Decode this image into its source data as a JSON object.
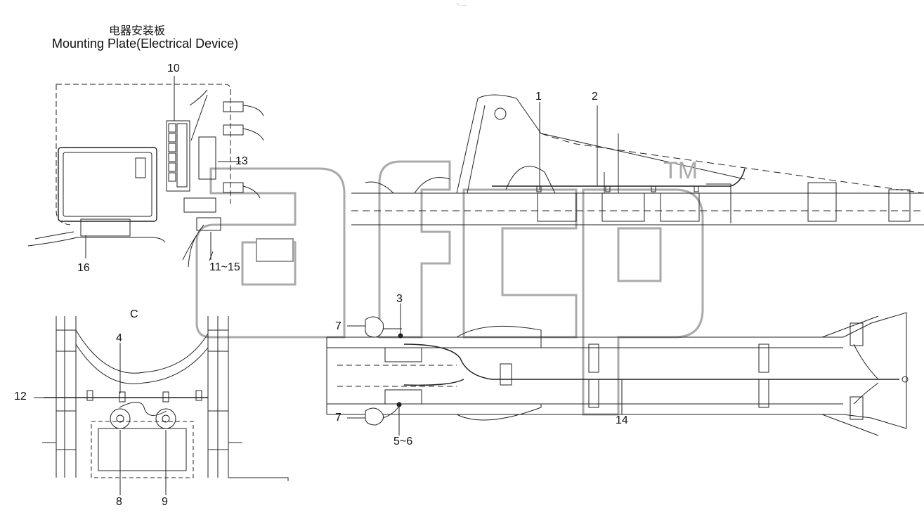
{
  "header": {
    "title_cn": "电器安装板",
    "title_en": "Mounting Plate(Electrical Device)",
    "tiny_text": "\"- ---"
  },
  "section_label": "C",
  "watermark": {
    "trademark": "TM",
    "color": "#b5b5b5"
  },
  "callouts": {
    "c1": "1",
    "c2": "2",
    "c3": "3",
    "c4": "4",
    "c5_6": "5~6",
    "c7a": "7",
    "c7b": "7",
    "c8": "8",
    "c9": "9",
    "c10": "10",
    "c11_15": "11~15",
    "c12": "12",
    "c13": "13",
    "c14": "14",
    "c16": "16"
  },
  "colors": {
    "line": "#222222",
    "dash": "#555555",
    "background": "#ffffff"
  }
}
